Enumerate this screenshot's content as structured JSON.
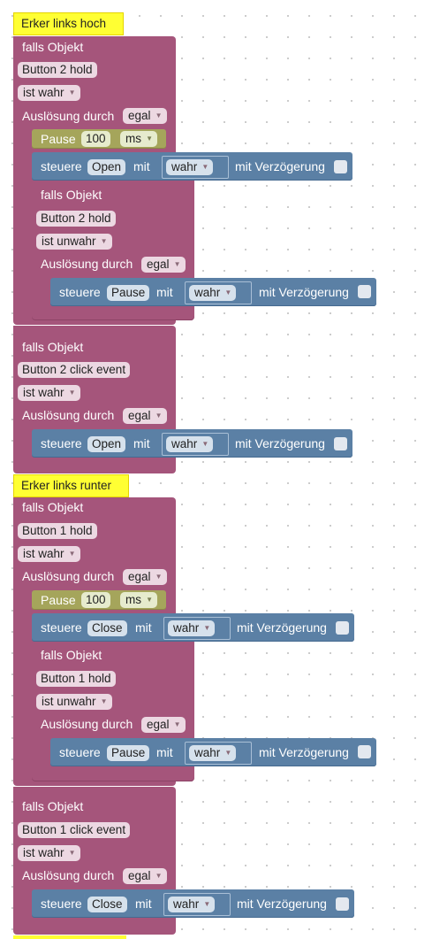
{
  "comments": {
    "first": "Erker links hoch",
    "second": "Erker links runter"
  },
  "common": {
    "falls": "falls Objekt",
    "trigger": "Auslösung durch",
    "egal": "egal",
    "steuere": "steuere",
    "mit": "mit",
    "delay": "mit Verzögerung",
    "wahr": "wahr",
    "pause": "Pause",
    "pause_value": "100",
    "pause_unit": "ms"
  },
  "blocks": {
    "b1": {
      "object": "Button 2 hold",
      "cond": "ist wahr",
      "target": "Open"
    },
    "b1_inner": {
      "object": "Button 2 hold",
      "cond": "ist unwahr",
      "target": "Pause"
    },
    "b2": {
      "object": "Button 2 click event",
      "cond": "ist wahr",
      "target": "Open"
    },
    "b3": {
      "object": "Button 1 hold",
      "cond": "ist wahr",
      "target": "Close"
    },
    "b3_inner": {
      "object": "Button 1 hold",
      "cond": "ist unwahr",
      "target": "Pause"
    },
    "b4": {
      "object": "Button 1 click event",
      "cond": "ist wahr",
      "target": "Close"
    }
  },
  "colors": {
    "event": "#a5557b",
    "action": "#5b80a5",
    "timer": "#a5a55b",
    "comment": "#ffff33"
  },
  "icons": [
    "dropdown-arrow-icon",
    "checkbox-icon"
  ]
}
